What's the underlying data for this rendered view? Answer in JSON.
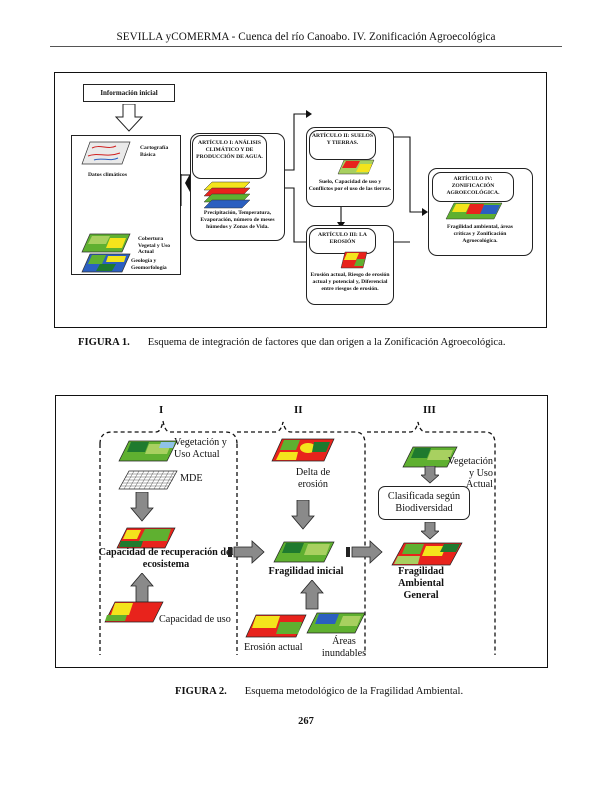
{
  "header": {
    "running_title": "SEVILLA yCOMERMA - Cuenca del río Canoabo. IV. Zonificación Agroecológica"
  },
  "figure1": {
    "info_box": "Información inicial",
    "layers": {
      "cartografia": "Cartografía Básica",
      "datos_climaticos": "Datos climáticos",
      "cobertura": "Cobertura Vegetal y Uso Actual",
      "geologia": "Geología y Geomorfología"
    },
    "articulo1": {
      "title": "ARTÍCULO I: ANÁLISIS CLIMÁTICO Y DE PRODUCCIÓN DE AGUA.",
      "output": "Precipitación, Temperatura, Evaporación, número de meses húmedos y Zonas de Vida."
    },
    "articulo2": {
      "title": "ARTÍCULO II: SUELOS Y TIERRAS.",
      "output": "Suelo, Capacidad de uso y Conflictos por el uso de las tierras."
    },
    "articulo3": {
      "title": "ARTÍCULO III: LA EROSIÓN",
      "output": "Erosión actual, Riesgo de erosión actual y potencial y, Diferencial entre riesgos de erosión."
    },
    "articulo4": {
      "title": "ARTÍCULO IV: ZONIFICACIÓN AGROECOLÓGICA.",
      "output": "Fragilidad ambiental, áreas críticas y Zonificación Agroecológica."
    },
    "caption_label": "FIGURA 1.",
    "caption_text": "Esquema de integración de factores que dan origen a la Zonificación Agroecológica."
  },
  "figure2": {
    "col1": {
      "numeral": "I",
      "vegetacion": "Vegetación y Uso Actual",
      "mde": "MDE",
      "capacidad_recuperacion": "Capacidad de recuperación del ecosistema",
      "capacidad_uso": "Capacidad de uso"
    },
    "col2": {
      "numeral": "II",
      "delta": "Delta de erosión",
      "fragilidad_inicial": "Fragilidad inicial",
      "erosion_actual": "Erosión actual",
      "areas_inundables": "Áreas inundables"
    },
    "col3": {
      "numeral": "III",
      "vegetacion": "Vegetación y Uso Actual",
      "clasificada": "Clasificada según Biodiversidad",
      "fragilidad_ambiental": "Fragilidad Ambiental General"
    },
    "caption_label": "FIGURA 2.",
    "caption_text": "Esquema metodológico de la Fragilidad Ambiental."
  },
  "footer": {
    "page_number": "267"
  },
  "colors": {
    "red": "#e8231c",
    "yellow": "#f4e41c",
    "green": "#5fb030",
    "light_green": "#a8d060",
    "dark_green": "#1f7a2e",
    "blue": "#2b5fc0",
    "gray": "#8a8a8a"
  }
}
